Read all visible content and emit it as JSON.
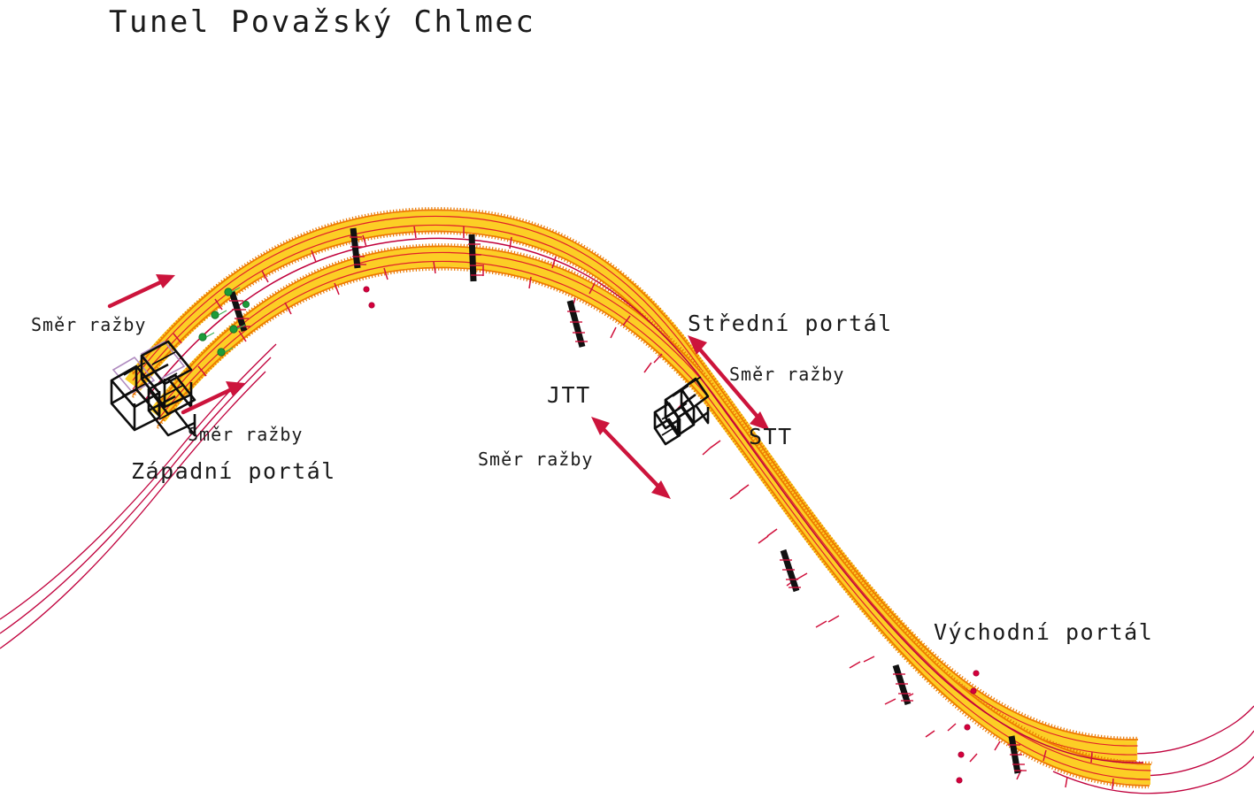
{
  "title": "Tunel Považský Chlmec",
  "labels": {
    "zapadni_portal": "Západní portál",
    "stredni_portal": "Střední portál",
    "vychodni_portal": "Východní portál",
    "jtt": "JTT",
    "stt": "STT",
    "smer_razby_1": "Směr ražby",
    "smer_razby_2": "Směr ražby",
    "smer_razby_3": "Směr ražby",
    "smer_razby_4": "Směr ražby"
  },
  "colors": {
    "tube_fill": "#ffe23a",
    "tube_edge": "#f07c00",
    "centerline": "#c0003c",
    "arrow": "#cc143c",
    "portal_structure": "#0d0d0d",
    "survey_marker_green": "#1d9b3a",
    "borehole_marker": "#d4003c",
    "text": "#1a1a1a",
    "background": "#ffffff"
  },
  "diagram": {
    "type": "tunnel-alignment-plan",
    "description": "Plan view of a twin-tube road tunnel following an S-shaped horizontal alignment",
    "tube_count": 2,
    "tube_names": [
      "JTT",
      "STT"
    ],
    "portals": [
      "Západní portál",
      "Střední portál",
      "Východní portál"
    ],
    "excavation_direction_arrows": 4
  }
}
